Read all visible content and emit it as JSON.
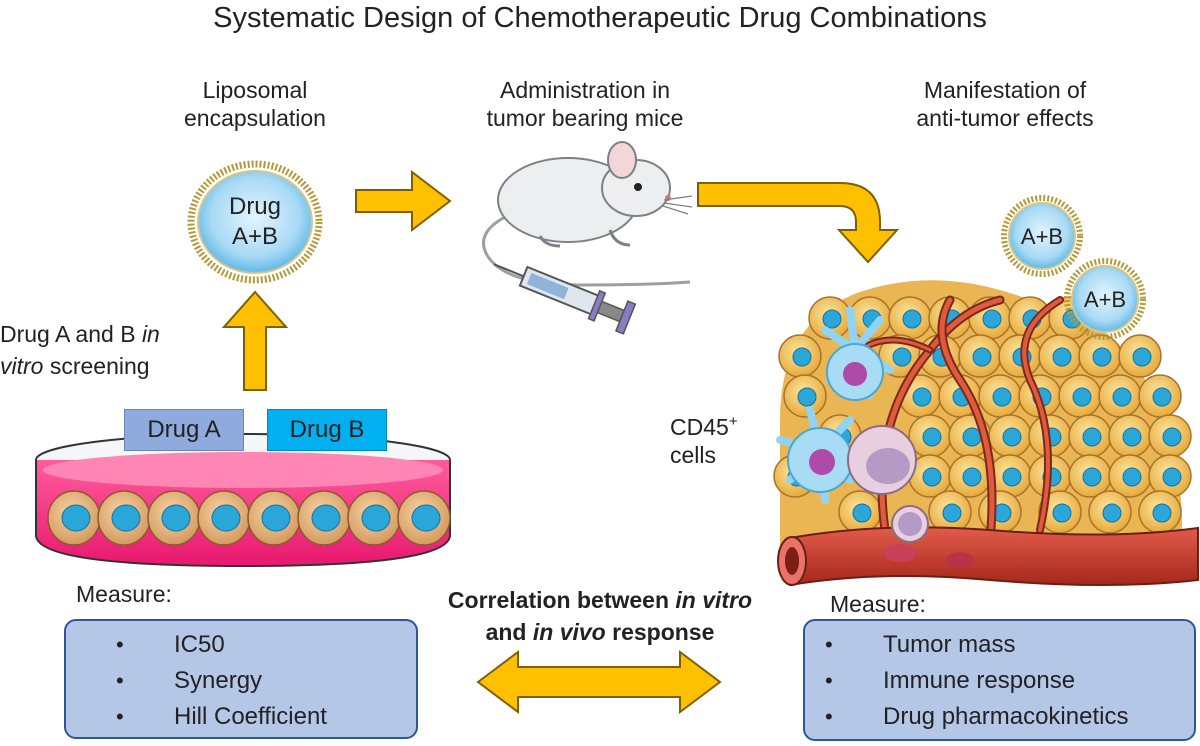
{
  "title": "Systematic Design of Chemotherapeutic Drug Combinations",
  "steps": {
    "liposomal": [
      "Liposomal",
      "encapsulation"
    ],
    "administration": [
      "Administration in",
      "tumor bearing mice"
    ],
    "manifestation": [
      "Manifestation of",
      "anti-tumor effects"
    ]
  },
  "screening": {
    "line1_plain": "Drug A and B ",
    "line1_italic": "in",
    "line2_italic": "vitro",
    "line2_plain": " screening"
  },
  "liposome_label": [
    "Drug",
    "A+B"
  ],
  "tumor_liposomes": [
    "A+B",
    "A+B"
  ],
  "drug_a": "Drug A",
  "drug_b": "Drug B",
  "cd45": {
    "main": "CD45",
    "sup": "+",
    "line2": "cells"
  },
  "correlation": {
    "p1": "Correlation between ",
    "i1": "in vitro",
    "p2": "and ",
    "i2": "in vivo",
    "p3": " response"
  },
  "left_measure": {
    "heading": "Measure:",
    "items": [
      "IC50",
      "Synergy",
      "Hill Coefficient"
    ]
  },
  "right_measure": {
    "heading": "Measure:",
    "items": [
      "Tumor mass",
      "Immune response",
      "Drug pharmacokinetics"
    ]
  },
  "colors": {
    "arrow_fill": "#ffc000",
    "arrow_stroke": "#7f6000",
    "box_fill": "#b4c7e7",
    "box_border": "#2f5597",
    "drug_a_fill": "#8faadc",
    "drug_b_fill": "#00b0f0",
    "dish_media": "#ff3f8e",
    "tumor_cell": "#f2c14e",
    "nucleus": "#2aa6d9",
    "vessel": "#c0392b"
  }
}
